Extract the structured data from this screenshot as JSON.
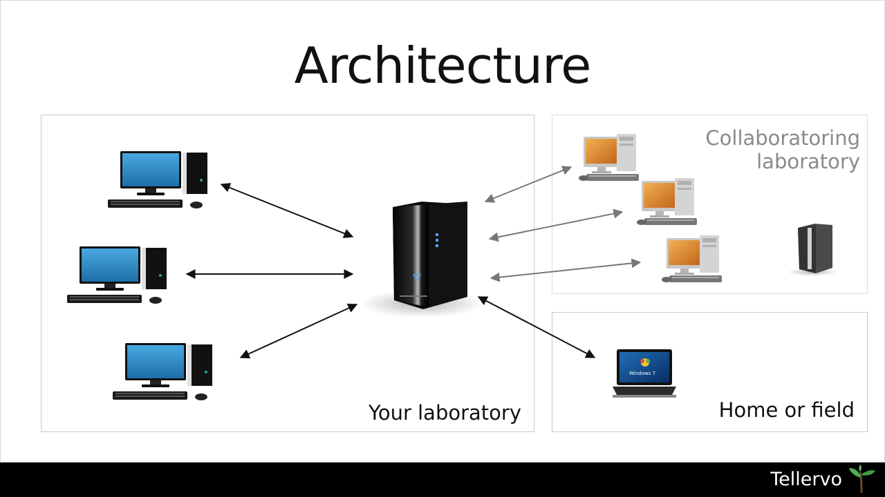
{
  "slide": {
    "title": "Architecture",
    "sections": {
      "your_lab": {
        "label": "Your laboratory"
      },
      "collab_lab": {
        "label_line1": "Collaboratoring",
        "label_line2": "laboratory"
      },
      "home_field": {
        "label": "Home or field"
      }
    },
    "laptop_screen_text": "Windows 7"
  },
  "footer": {
    "brand": "Tellervo"
  },
  "colors": {
    "monitor_screen": "#2a86c6",
    "collab_screen": "#e08a2c",
    "arrow_dark": "#111111",
    "arrow_gray": "#777777",
    "brand_leaf": "#4caf50"
  }
}
